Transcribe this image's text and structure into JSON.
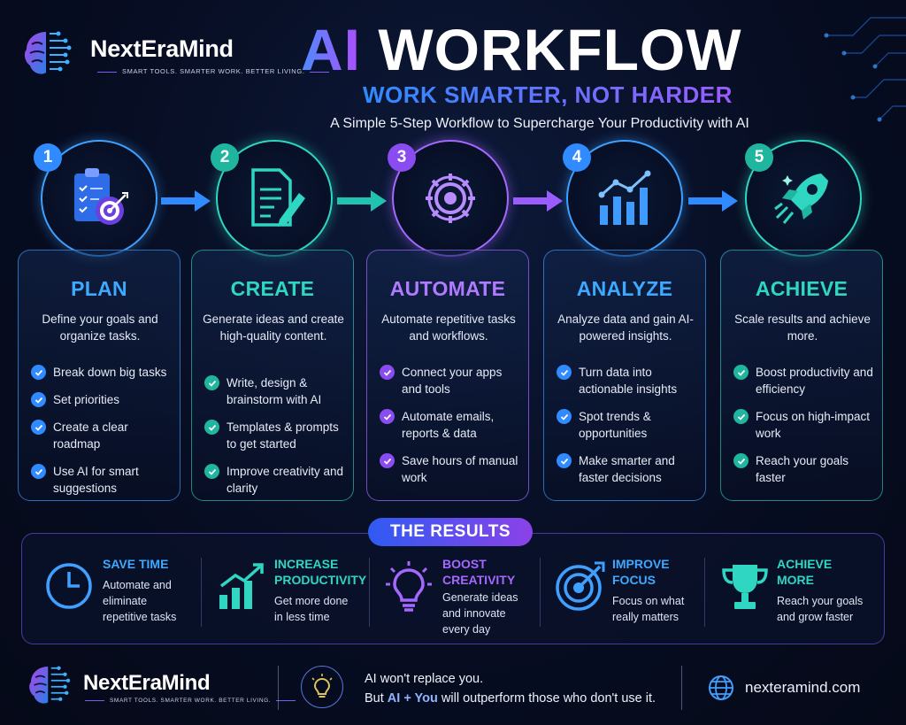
{
  "brand": {
    "name": "NextEraMind",
    "tagline": "SMART TOOLS. SMARTER WORK. BETTER LIVING."
  },
  "header": {
    "title_ai": "AI",
    "title_rest": "WORKFLOW",
    "subtitle": "WORK SMARTER, NOT HARDER",
    "tagline": "A Simple 5-Step Workflow to Supercharge Your Productivity with AI"
  },
  "steps": [
    {
      "number": "1",
      "title": "PLAN",
      "color": "#3fa0ff",
      "desc": "Define your goals and organize tasks.",
      "bullets": [
        "Break down big tasks",
        "Set priorities",
        "Create a clear roadmap",
        "Use AI for smart suggestions"
      ],
      "icon": "clipboard-target-icon"
    },
    {
      "number": "2",
      "title": "CREATE",
      "color": "#2fd6c2",
      "desc": "Generate ideas and create high-quality content.",
      "bullets": [
        "Write, design & brainstorm with AI",
        "Templates & prompts to get started",
        "Improve creativity and clarity"
      ],
      "icon": "document-pen-icon"
    },
    {
      "number": "3",
      "title": "AUTOMATE",
      "color": "#a468ff",
      "desc": "Automate repetitive tasks and workflows.",
      "bullets": [
        "Connect your apps and tools",
        "Automate emails, reports & data",
        "Save hours of manual work"
      ],
      "icon": "gear-icon"
    },
    {
      "number": "4",
      "title": "ANALYZE",
      "color": "#3fa0ff",
      "desc": "Analyze data and gain AI-powered insights.",
      "bullets": [
        "Turn data into actionable insights",
        "Spot trends & opportunities",
        "Make smarter and faster decisions"
      ],
      "icon": "bar-chart-icon"
    },
    {
      "number": "5",
      "title": "ACHIEVE",
      "color": "#2fd6c2",
      "desc": "Scale results and achieve more.",
      "bullets": [
        "Boost productivity and efficiency",
        "Focus on high-impact work",
        "Reach your goals faster"
      ],
      "icon": "rocket-icon"
    }
  ],
  "results": {
    "label": "THE RESULTS",
    "items": [
      {
        "title": "SAVE TIME",
        "desc": "Automate and\neliminate\nrepetitive tasks",
        "color": "#3fa0ff",
        "icon": "clock-icon"
      },
      {
        "title": "INCREASE\nPRODUCTIVITY",
        "desc": "Get more done\nin less time",
        "color": "#2fd6c2",
        "icon": "growth-chart-icon"
      },
      {
        "title": "BOOST\nCREATIVITY",
        "desc": "Generate ideas\nand innovate\nevery day",
        "color": "#a468ff",
        "icon": "lightbulb-icon"
      },
      {
        "title": "IMPROVE\nFOCUS",
        "desc": "Focus on what\nreally matters",
        "color": "#3fa0ff",
        "icon": "target-icon"
      },
      {
        "title": "ACHIEVE\nMORE",
        "desc": "Reach your goals\nand grow faster",
        "color": "#2fd6c2",
        "icon": "trophy-icon"
      }
    ]
  },
  "footer": {
    "quote_line1": "AI won't replace you.",
    "quote_prefix": "But ",
    "quote_highlight": "AI + You",
    "quote_suffix": " will outperform those who don't use it.",
    "website": "nexteramind.com"
  }
}
